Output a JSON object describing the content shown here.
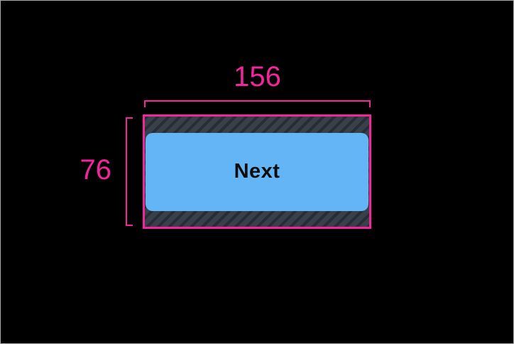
{
  "canvas": {
    "background": "#000000",
    "frame_border_color": "#ABABAB"
  },
  "annotations": {
    "accent_color": "#F3259C",
    "width_value": "156",
    "height_value": "76"
  },
  "touch_target": {
    "outline_color": "#F3259C",
    "hatch_background": "#38404A",
    "hatch_stripe_color": "#272C35"
  },
  "button": {
    "label": "Next",
    "background": "#64B5F6",
    "text_color": "#0D0D0D"
  }
}
